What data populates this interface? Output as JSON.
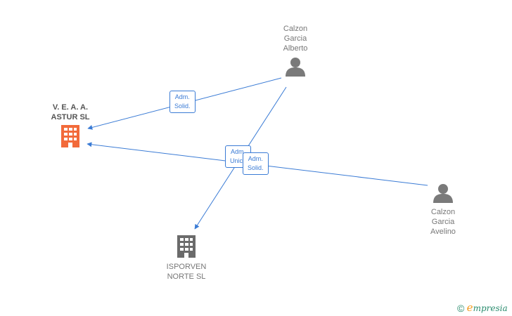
{
  "nodes": [
    {
      "id": "veaa",
      "label": "V. E. A. A.\nASTUR SL",
      "kind": "company",
      "color": "#f26a3a"
    },
    {
      "id": "isporven",
      "label": "ISPORVEN\nNORTE SL",
      "kind": "company",
      "color": "#6b6b6b"
    },
    {
      "id": "alberto",
      "label": "Calzon\nGarcia\nAlberto",
      "kind": "person",
      "color": "#7a7a7a"
    },
    {
      "id": "avelino",
      "label": "Calzon\nGarcia\nAvelino",
      "kind": "person",
      "color": "#7a7a7a"
    }
  ],
  "edges": [
    {
      "from": "alberto",
      "to": "veaa",
      "label": "Adm.\nSolid."
    },
    {
      "from": "alberto",
      "to": "isporven",
      "label": "Adm.\nUnico"
    },
    {
      "from": "avelino",
      "to": "veaa",
      "label": "Adm.\nSolid."
    }
  ],
  "edge_color": "#3a7bd5",
  "brand": {
    "copyright": "©",
    "e": "e",
    "rest": "mpresia"
  }
}
